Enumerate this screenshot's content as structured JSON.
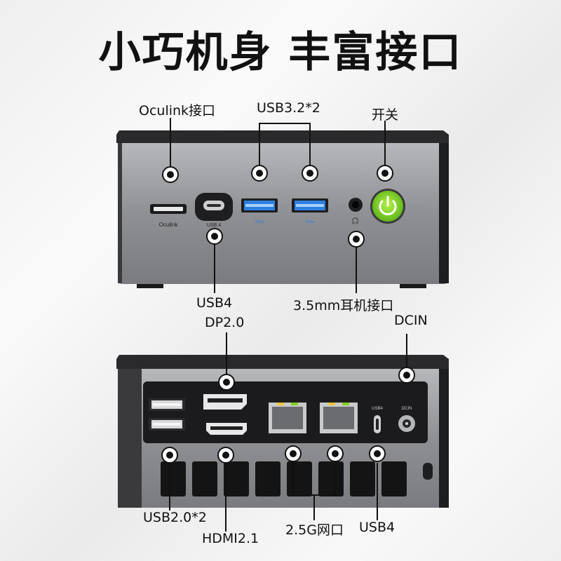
{
  "title": "小巧机身 丰富接口",
  "front_labels": {
    "oculink": "Oculink接口",
    "usb32": "USB3.2*2",
    "power": "开关",
    "usb4": "USB4",
    "audio": "3.5mm耳机接口"
  },
  "back_labels": {
    "dp": "DP2.0",
    "dcin": "DCIN",
    "usb20": "USB2.0*2",
    "hdmi": "HDMI2.1",
    "lan": "2.5G网口",
    "usb4": "USB4"
  },
  "port_text": {
    "oculink": "Oculink",
    "usb4_front": "USB 4",
    "usb4_rear": "USB4",
    "dcin": "DCIN"
  },
  "colors": {
    "power_green": "#7ed321",
    "usb3_blue": "#2d7fe0",
    "case_gray": "#8e8f92",
    "panel_black": "#1b1b1d"
  }
}
